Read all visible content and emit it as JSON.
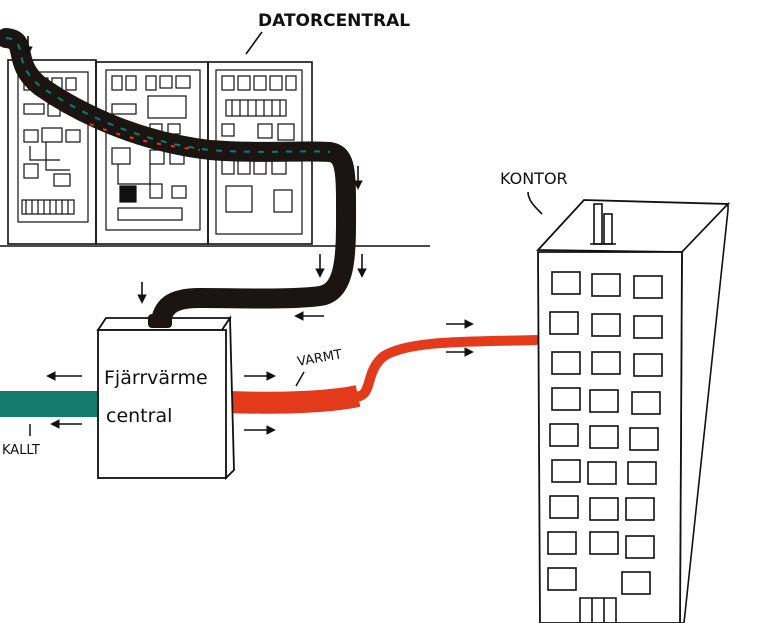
{
  "labels": {
    "datacenter": "DATORCENTRAL",
    "office": "KONTOR",
    "heating_line1": "Fjärrvärme",
    "heating_line2": "central",
    "warm": "VARMT",
    "cold": "KALLT"
  },
  "colors": {
    "hot_pipe": "#e23a1a",
    "cold_pipe": "#137a6e",
    "exhaust_pipe": "#1a1412",
    "ink": "#111111"
  },
  "icons": [
    "flow-arrow-icon",
    "rack-panel-icon",
    "window-icon"
  ]
}
